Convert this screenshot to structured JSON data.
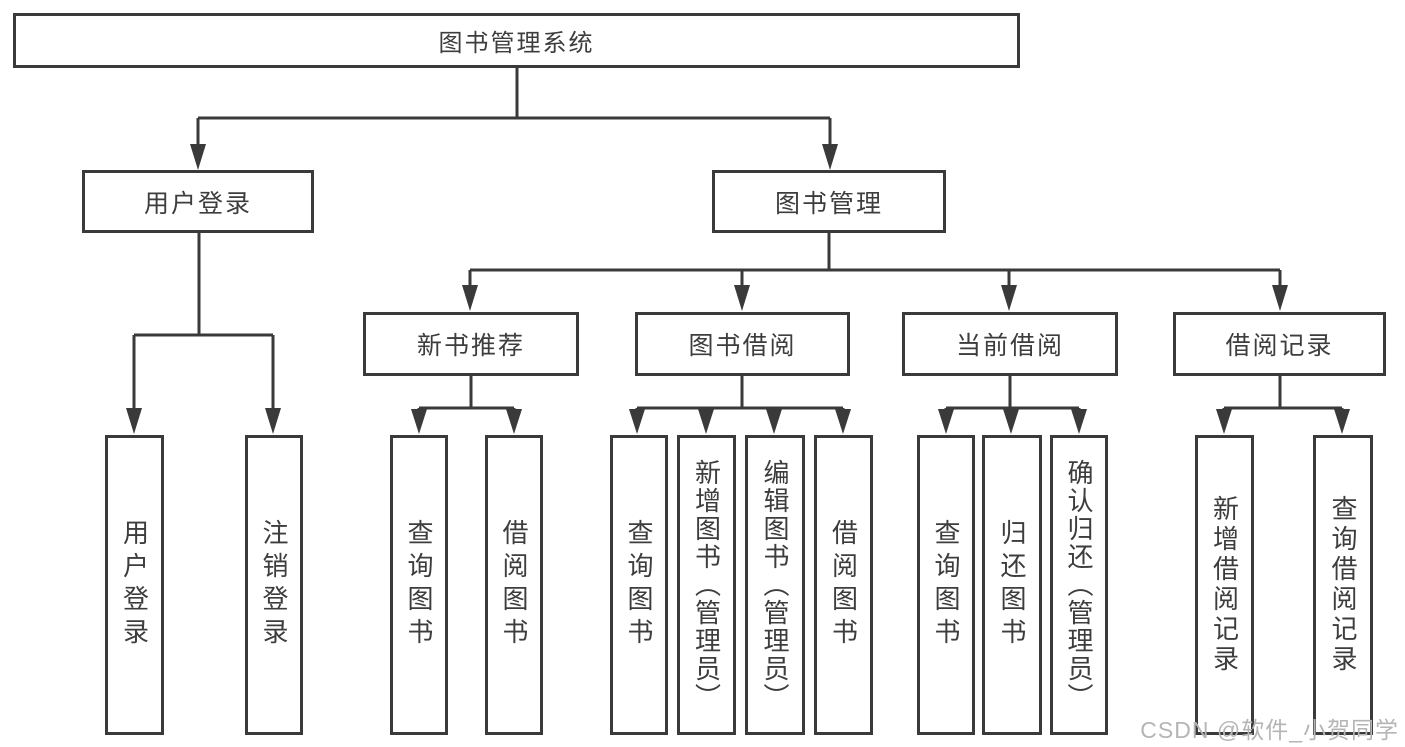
{
  "tree": {
    "root": {
      "label": "图书管理系统"
    },
    "children": [
      {
        "label": "用户登录",
        "children": [
          {
            "label": "用户登录"
          },
          {
            "label": "注销登录"
          }
        ]
      },
      {
        "label": "图书管理",
        "children": [
          {
            "label": "新书推荐",
            "children": [
              {
                "label": "查询图书"
              },
              {
                "label": "借阅图书"
              }
            ]
          },
          {
            "label": "图书借阅",
            "children": [
              {
                "label": "查询图书"
              },
              {
                "label": "新增图书（管理员）"
              },
              {
                "label": "编辑图书（管理员）"
              },
              {
                "label": "借阅图书"
              }
            ]
          },
          {
            "label": "当前借阅",
            "children": [
              {
                "label": "查询图书"
              },
              {
                "label": "归还图书"
              },
              {
                "label": "确认归还（管理员）"
              }
            ]
          },
          {
            "label": "借阅记录",
            "children": [
              {
                "label": "新增借阅记录"
              },
              {
                "label": "查询借阅记录"
              }
            ]
          }
        ]
      }
    ]
  },
  "watermark": "CSDN @软件_小贺同学",
  "colors": {
    "line": "#3a3a3a",
    "text": "#3d3d3d",
    "watermark": "#b5b5b5",
    "background": "#ffffff"
  }
}
